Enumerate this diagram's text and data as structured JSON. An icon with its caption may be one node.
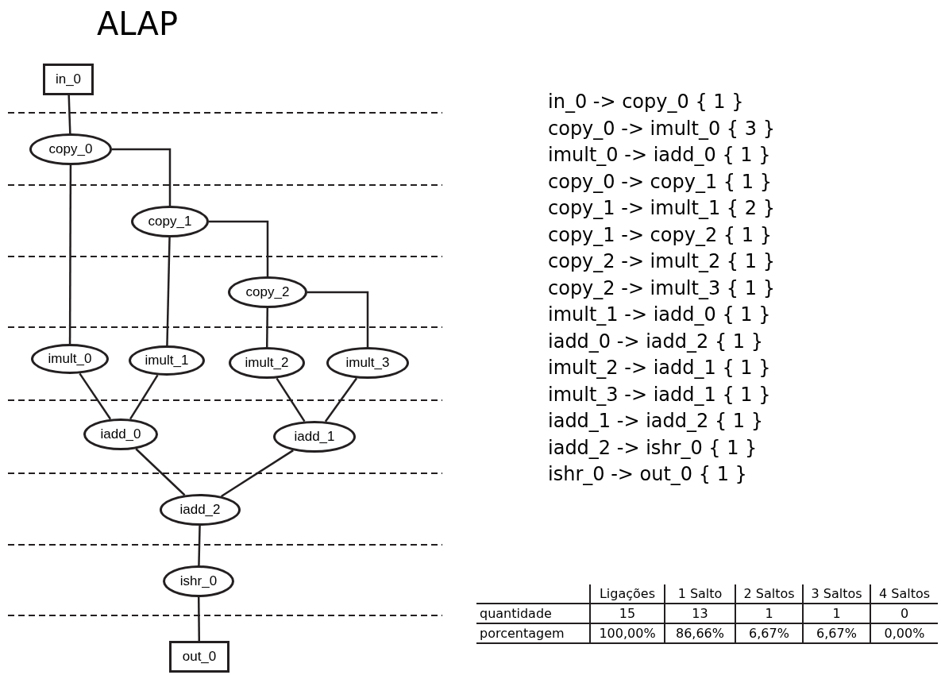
{
  "diagram": {
    "title": "ALAP",
    "nodes": [
      {
        "text": [
          "in_0"
        ]
      },
      {
        "text": [
          "copy_0"
        ]
      },
      {
        "text": [
          "copy_1"
        ]
      },
      {
        "text": [
          "copy_2"
        ]
      },
      {
        "text": [
          "imult_0"
        ]
      },
      {
        "text": [
          "imult_1"
        ]
      },
      {
        "text": [
          "imult_2"
        ]
      },
      {
        "text": [
          "imult_3"
        ]
      },
      {
        "text": [
          "iadd_0"
        ]
      },
      {
        "text": [
          "iadd_1"
        ]
      },
      {
        "text": [
          "iadd_2"
        ]
      },
      {
        "text": [
          "ishr_0"
        ]
      },
      {
        "text": [
          "out_0"
        ]
      }
    ],
    "edges": [
      {
        "from": 0,
        "to": 1,
        "arrow": "none"
      },
      {
        "from": 1,
        "to": 4,
        "arrow": "none"
      },
      {
        "from": 1,
        "to": 2,
        "arrow": "none"
      },
      {
        "from": 2,
        "to": 5,
        "arrow": "none"
      },
      {
        "from": 2,
        "to": 3,
        "arrow": "none"
      },
      {
        "from": 3,
        "to": 6,
        "arrow": "none"
      },
      {
        "from": 3,
        "to": 7,
        "arrow": "none"
      },
      {
        "from": 4,
        "to": 8,
        "arrow": "none"
      },
      {
        "from": 5,
        "to": 8,
        "arrow": "none"
      },
      {
        "from": 6,
        "to": 9,
        "arrow": "none"
      },
      {
        "from": 7,
        "to": 9,
        "arrow": "none"
      },
      {
        "from": 8,
        "to": 10,
        "arrow": "none"
      },
      {
        "from": 9,
        "to": 10,
        "arrow": "none"
      },
      {
        "from": 10,
        "to": 11,
        "arrow": "none"
      },
      {
        "from": 11,
        "to": 12,
        "arrow": "none"
      }
    ],
    "labels": [
      "in_0 -> copy_0 { 1 }",
      "copy_0 -> imult_0 { 3 }",
      "imult_0 -> iadd_0 { 1 }",
      "copy_0 -> copy_1 { 1 }",
      "copy_1 -> imult_1 { 2 }",
      "copy_1 -> copy_2 { 1 }",
      "copy_2 -> imult_2 { 1 }",
      "copy_2 -> imult_3 { 1 }",
      "imult_1 -> iadd_0 { 1 }",
      "iadd_0 -> iadd_2 { 1 }",
      "imult_2 -> iadd_1 { 1 }",
      "imult_3 -> iadd_1 { 1 }",
      "iadd_1 -> iadd_2 { 1 }",
      "iadd_2 -> ishr_0 { 1 }",
      "ishr_0 -> out_0 { 1 }",
      "Ligações",
      "1 Salto",
      "2 Saltos",
      "3 Saltos",
      "4 Saltos",
      "quantidade",
      "15",
      "13",
      "1",
      "1",
      "0",
      "porcentagem",
      "100,00%",
      "86,66%",
      "6,67%",
      "6,67%",
      "0,00%"
    ]
  }
}
